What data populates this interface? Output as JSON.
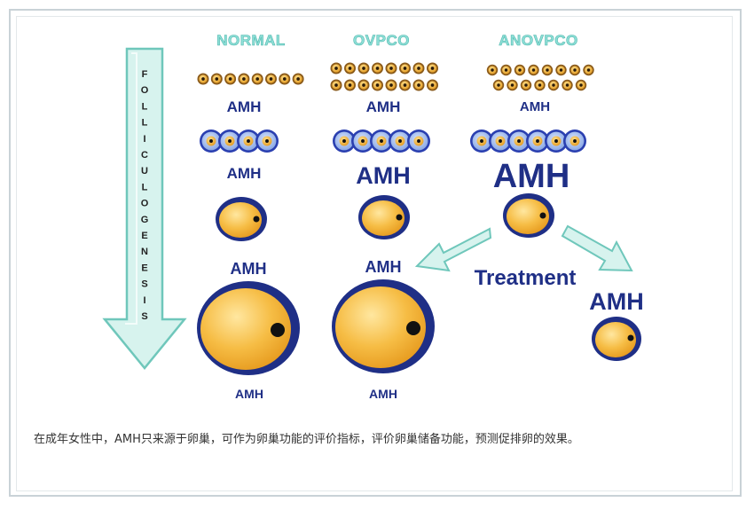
{
  "headers": {
    "normal": "NORMAL",
    "ovpco": "OVPCO",
    "anovpco": "ANOVPCO"
  },
  "arrow_letters": [
    "F",
    "O",
    "L",
    "L",
    "I",
    "C",
    "U",
    "L",
    "O",
    "G",
    "E",
    "N",
    "E",
    "S",
    "I",
    "S"
  ],
  "amh": {
    "normal": [
      "AMH",
      "AMH",
      "AMH",
      "AMH"
    ],
    "ovpco": [
      "AMH",
      "AMH",
      "AMH",
      "AMH"
    ],
    "anovpco": [
      "AMH",
      "AMH"
    ],
    "treated": "AMH"
  },
  "treatment_label": "Treatment",
  "caption": "在成年女性中，AMH只来源于卵巢，可作为卵巢功能的评价指标，评价卵巢储备功能，预测促排卵的效果。",
  "colors": {
    "navy": "#1f2f86",
    "yolk": "#f5b83d",
    "arrow_fill": "#d7f3ee",
    "arrow_stroke": "#6fc7bb",
    "header": "#8fe0d8",
    "small_follicle_ring": "#8a5a1a",
    "secondary_ring": "#2a3fb0",
    "secondary_fill": "#a9c4f0"
  }
}
